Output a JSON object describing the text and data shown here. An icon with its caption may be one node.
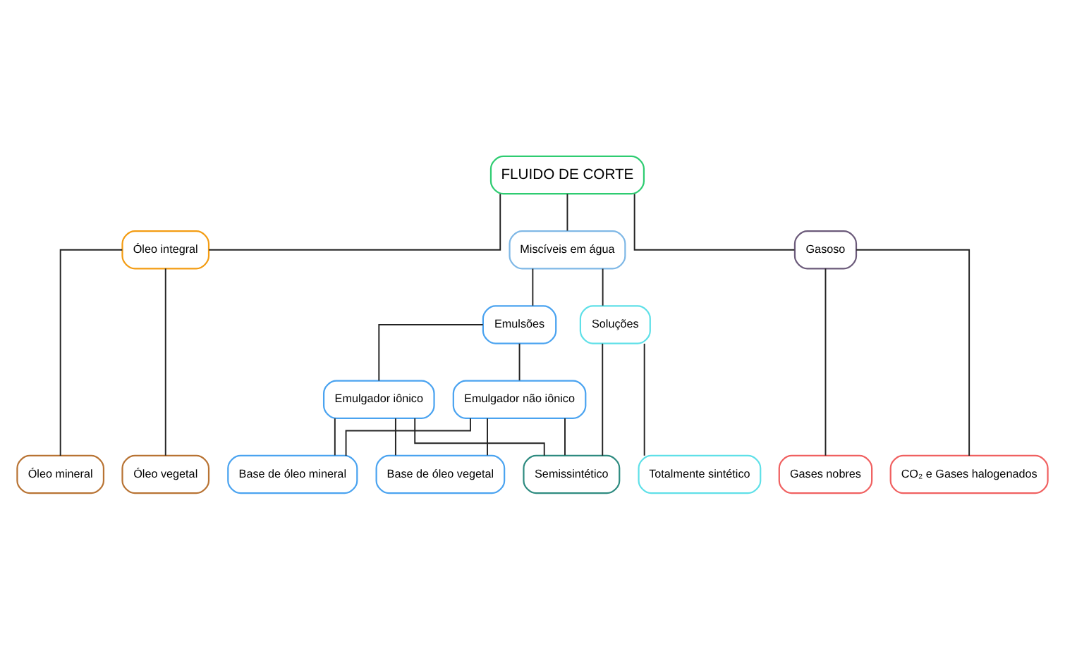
{
  "diagram": {
    "nodes": [
      {
        "text": [
          "FLUIDO DE CORTE"
        ]
      },
      {
        "text": [
          "Óleo integral"
        ]
      },
      {
        "text": [
          "Miscíveis em água"
        ]
      },
      {
        "text": [
          "Gasoso"
        ]
      },
      {
        "text": [
          "Emulsões"
        ]
      },
      {
        "text": [
          "Soluções"
        ]
      },
      {
        "text": [
          "Emulgador iônico"
        ]
      },
      {
        "text": [
          "Emulgador não iônico"
        ]
      },
      {
        "text": [
          "Óleo mineral"
        ]
      },
      {
        "text": [
          "Óleo vegetal"
        ]
      },
      {
        "text": [
          "Base de óleo mineral"
        ]
      },
      {
        "text": [
          "Base de óleo vegetal"
        ]
      },
      {
        "text": [
          "Semissintético"
        ]
      },
      {
        "text": [
          "Totalmente sintético"
        ]
      },
      {
        "text": [
          "Gases nobres"
        ]
      },
      {
        "text": [
          "CO₂ e Gases halogenados"
        ]
      }
    ],
    "edges": [
      {
        "from": 0,
        "to": 1,
        "arrow": "none"
      },
      {
        "from": 0,
        "to": 2,
        "arrow": "none"
      },
      {
        "from": 0,
        "to": 3,
        "arrow": "none"
      },
      {
        "from": 2,
        "to": 4,
        "arrow": "none"
      },
      {
        "from": 2,
        "to": 5,
        "arrow": "none"
      },
      {
        "from": 4,
        "to": 6,
        "arrow": "none"
      },
      {
        "from": 4,
        "to": 7,
        "arrow": "none"
      },
      {
        "from": 1,
        "to": 8,
        "arrow": "none"
      },
      {
        "from": 1,
        "to": 9,
        "arrow": "none"
      },
      {
        "from": 6,
        "to": 10,
        "arrow": "none"
      },
      {
        "from": 6,
        "to": 11,
        "arrow": "none"
      },
      {
        "from": 6,
        "to": 12,
        "arrow": "none"
      },
      {
        "from": 7,
        "to": 10,
        "arrow": "none"
      },
      {
        "from": 7,
        "to": 11,
        "arrow": "none"
      },
      {
        "from": 7,
        "to": 12,
        "arrow": "none"
      },
      {
        "from": 5,
        "to": 12,
        "arrow": "none"
      },
      {
        "from": 5,
        "to": 13,
        "arrow": "none"
      },
      {
        "from": 3,
        "to": 14,
        "arrow": "none"
      },
      {
        "from": 3,
        "to": 15,
        "arrow": "none"
      }
    ]
  }
}
